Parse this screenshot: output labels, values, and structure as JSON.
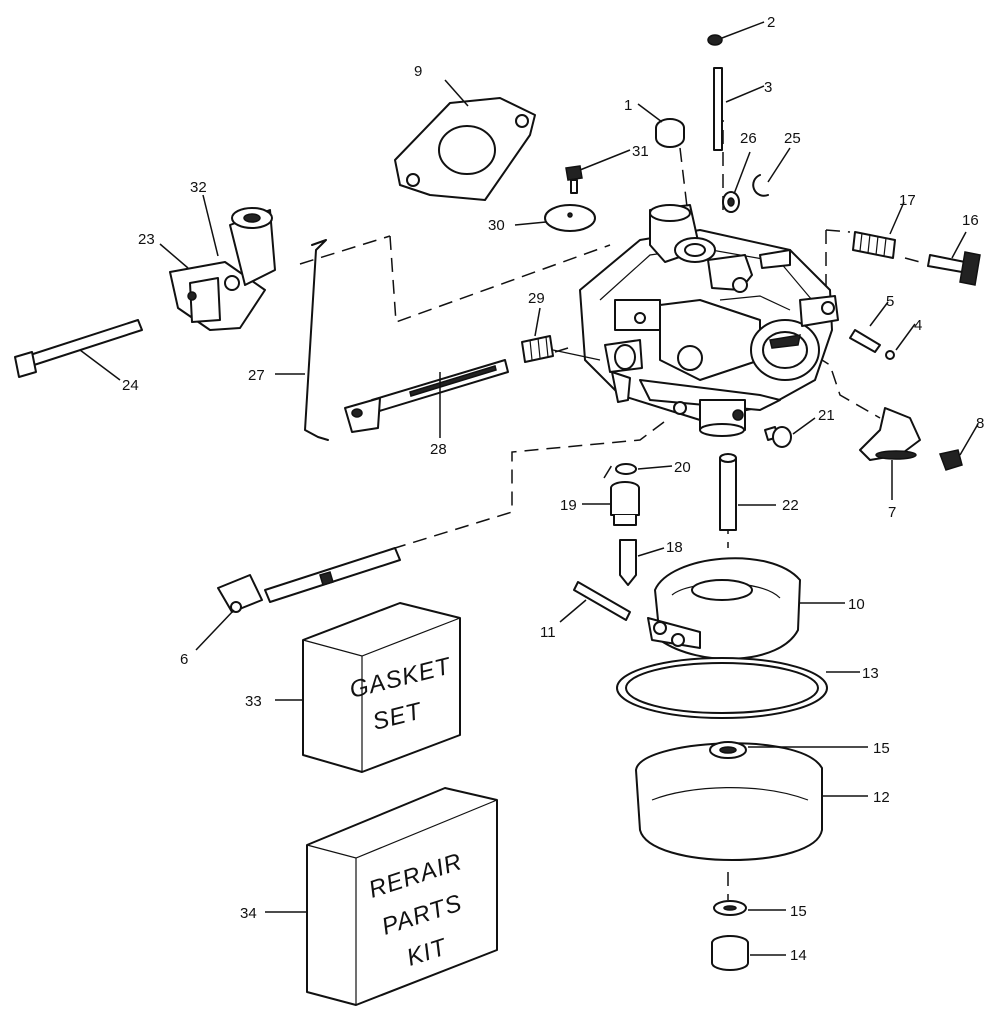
{
  "callouts": {
    "c1": "1",
    "c2": "2",
    "c3": "3",
    "c4": "4",
    "c5": "5",
    "c6": "6",
    "c7": "7",
    "c8": "8",
    "c9": "9",
    "c10": "10",
    "c11": "11",
    "c12": "12",
    "c13": "13",
    "c14": "14",
    "c15a": "15",
    "c15b": "15",
    "c16": "16",
    "c17": "17",
    "c18": "18",
    "c19": "19",
    "c20": "20",
    "c21": "21",
    "c22": "22",
    "c23": "23",
    "c24": "24",
    "c25": "25",
    "c26": "26",
    "c27": "27",
    "c28": "28",
    "c29": "29",
    "c30": "30",
    "c31": "31",
    "c32": "32",
    "c33": "33",
    "c34": "34"
  },
  "boxes": {
    "gasket_set": {
      "line1": "GASKET",
      "line2": "SET"
    },
    "repair_kit": {
      "line1": "RERAIR",
      "line2": "PARTS",
      "line3": "KIT"
    }
  }
}
